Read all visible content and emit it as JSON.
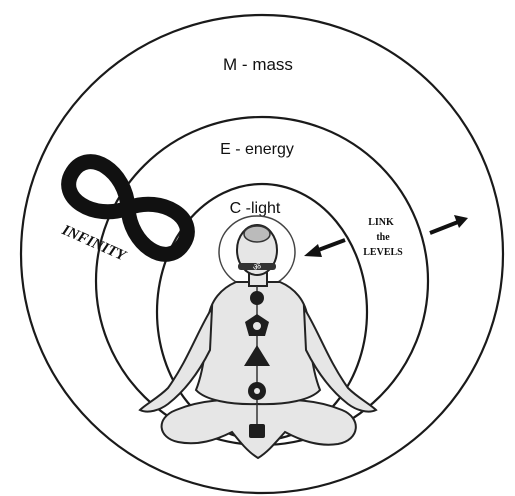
{
  "diagram": {
    "rings": [
      {
        "label": "M - mass"
      },
      {
        "label": "E - energy"
      },
      {
        "label": "C -light"
      }
    ],
    "infinity": {
      "label": "INFINITY",
      "icon": "infinity-symbol-icon"
    },
    "link_note": {
      "line1": "LINK",
      "line2": "the",
      "line3": "LEVELS"
    },
    "figure": {
      "icon": "meditating-figure-icon",
      "chakras": 7
    },
    "colors": {
      "ink": "#1a1a1a",
      "figure_fill": "#e6e6e6",
      "background": "#ffffff"
    }
  }
}
